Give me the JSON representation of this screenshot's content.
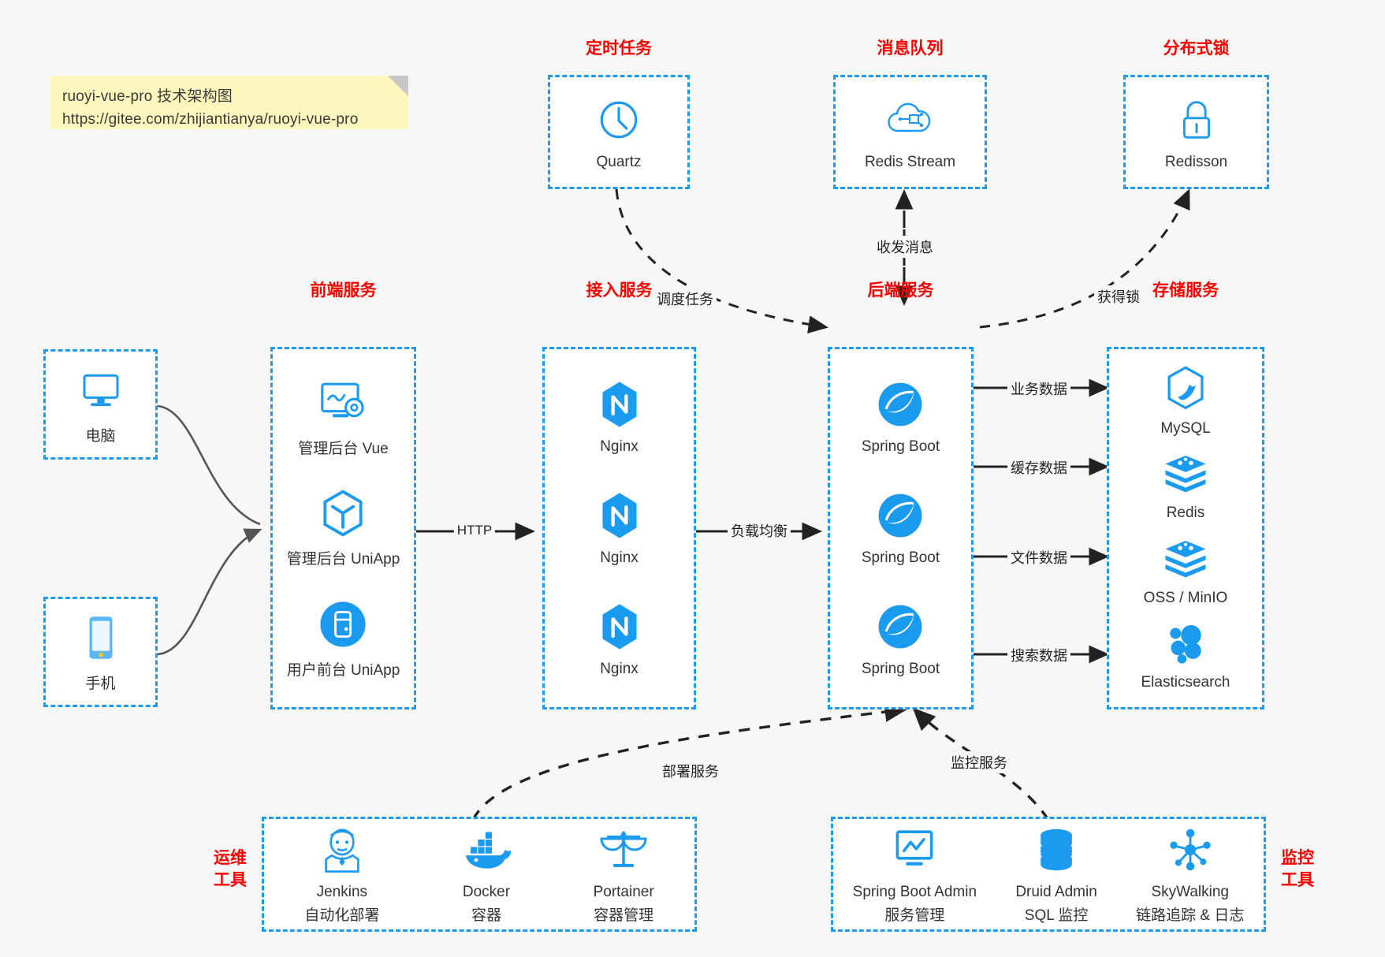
{
  "note": {
    "line1": "ruoyi-vue-pro 技术架构图",
    "line2": "https://gitee.com/zhijiantianya/ruoyi-vue-pro"
  },
  "colors": {
    "accent": "#1a9bf0",
    "title": "#ff0000",
    "background": "#f7f7f7",
    "note": "#fdf7bd",
    "text": "#333333",
    "wire": "#222222"
  },
  "groups": {
    "scheduler": {
      "title": "定时任务",
      "nodes": [
        {
          "label": "Quartz",
          "icon": "clock-icon"
        }
      ]
    },
    "mq": {
      "title": "消息队列",
      "nodes": [
        {
          "label": "Redis Stream",
          "icon": "cloud-stream-icon"
        }
      ]
    },
    "lock": {
      "title": "分布式锁",
      "nodes": [
        {
          "label": "Redisson",
          "icon": "lock-icon"
        }
      ]
    },
    "client_pc": {
      "nodes": [
        {
          "label": "电脑",
          "icon": "desktop-icon"
        }
      ]
    },
    "client_mobile": {
      "nodes": [
        {
          "label": "手机",
          "icon": "phone-icon"
        }
      ]
    },
    "frontend": {
      "title": "前端服务",
      "nodes": [
        {
          "label": "管理后台 Vue",
          "icon": "dashboard-icon"
        },
        {
          "label": "管理后台 UniApp",
          "icon": "cube-icon"
        },
        {
          "label": "用户前台 UniApp",
          "icon": "mobile-circle-icon"
        }
      ]
    },
    "gateway": {
      "title": "接入服务",
      "nodes": [
        {
          "label": "Nginx",
          "icon": "nginx-icon"
        },
        {
          "label": "Nginx",
          "icon": "nginx-icon"
        },
        {
          "label": "Nginx",
          "icon": "nginx-icon"
        }
      ]
    },
    "backend": {
      "title": "后端服务",
      "nodes": [
        {
          "label": "Spring Boot",
          "icon": "spring-boot-icon"
        },
        {
          "label": "Spring Boot",
          "icon": "spring-boot-icon"
        },
        {
          "label": "Spring Boot",
          "icon": "spring-boot-icon"
        }
      ]
    },
    "storage": {
      "title": "存储服务",
      "nodes": [
        {
          "label": "MySQL",
          "icon": "mysql-icon"
        },
        {
          "label": "Redis",
          "icon": "redis-icon"
        },
        {
          "label": "OSS / MinIO",
          "icon": "oss-icon"
        },
        {
          "label": "Elasticsearch",
          "icon": "elasticsearch-icon"
        }
      ]
    },
    "devops": {
      "title": "运维\n工具",
      "title_line1": "运维",
      "title_line2": "工具",
      "nodes": [
        {
          "label": "Jenkins",
          "sublabel": "自动化部署",
          "icon": "jenkins-icon"
        },
        {
          "label": "Docker",
          "sublabel": "容器",
          "icon": "docker-icon"
        },
        {
          "label": "Portainer",
          "sublabel": "容器管理",
          "icon": "scales-icon"
        }
      ]
    },
    "monitoring": {
      "title_line1": "监控",
      "title_line2": "工具",
      "nodes": [
        {
          "label": "Spring Boot Admin",
          "sublabel": "服务管理",
          "icon": "monitor-chart-icon"
        },
        {
          "label": "Druid Admin",
          "sublabel": "SQL 监控",
          "icon": "database-icon"
        },
        {
          "label": "SkyWalking",
          "sublabel": "链路追踪 & 日志",
          "icon": "skywalking-icon"
        }
      ]
    }
  },
  "edges": [
    {
      "id": "client-to-frontend",
      "label": ""
    },
    {
      "id": "frontend-to-gateway",
      "label": "HTTP"
    },
    {
      "id": "gateway-to-backend",
      "label": "负载均衡"
    },
    {
      "id": "quartz-to-backend",
      "label": "调度任务"
    },
    {
      "id": "backend-to-mq",
      "label": "收发消息"
    },
    {
      "id": "backend-to-lock",
      "label": "获得锁"
    },
    {
      "id": "backend-to-mysql",
      "label": "业务数据"
    },
    {
      "id": "backend-to-redis",
      "label": "缓存数据"
    },
    {
      "id": "backend-to-oss",
      "label": "文件数据"
    },
    {
      "id": "backend-to-es",
      "label": "搜索数据"
    },
    {
      "id": "devops-to-backend",
      "label": "部署服务"
    },
    {
      "id": "monitoring-to-backend",
      "label": "监控服务"
    }
  ]
}
